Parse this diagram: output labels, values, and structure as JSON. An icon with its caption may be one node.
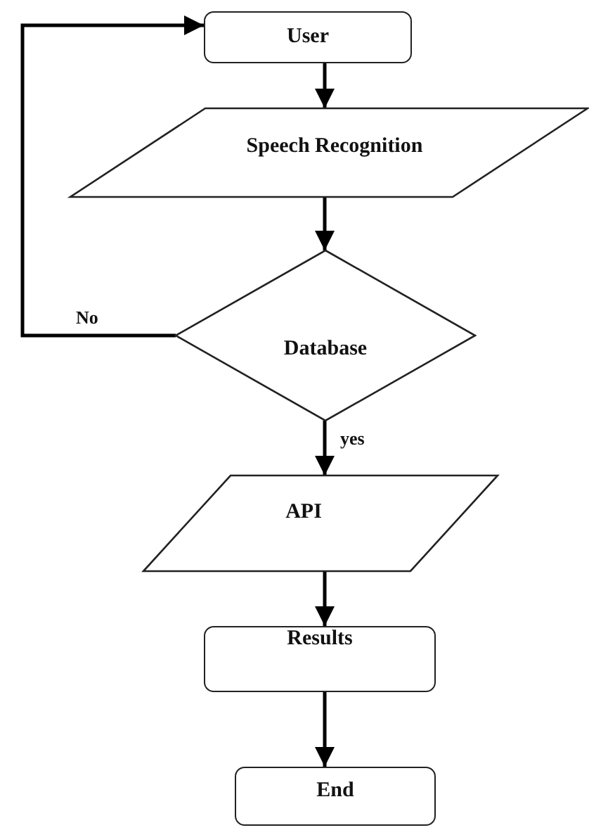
{
  "diagram": {
    "nodes": [
      {
        "text": [
          "User"
        ]
      },
      {
        "text": [
          "Speech Recognition"
        ]
      },
      {
        "text": [
          "Database"
        ]
      },
      {
        "text": [
          "API"
        ]
      },
      {
        "text": [
          "Results"
        ]
      },
      {
        "text": [
          "End"
        ]
      }
    ],
    "edges": [
      {
        "from": 0,
        "to": 1,
        "arrow": "to"
      },
      {
        "from": 1,
        "to": 2,
        "arrow": "to"
      },
      {
        "from": 2,
        "to": 3,
        "arrow": "to",
        "label": "yes"
      },
      {
        "from": 3,
        "to": 4,
        "arrow": "to"
      },
      {
        "from": 4,
        "to": 5,
        "arrow": "to"
      },
      {
        "from": 2,
        "to": 0,
        "arrow": "to",
        "label": "No"
      }
    ]
  }
}
